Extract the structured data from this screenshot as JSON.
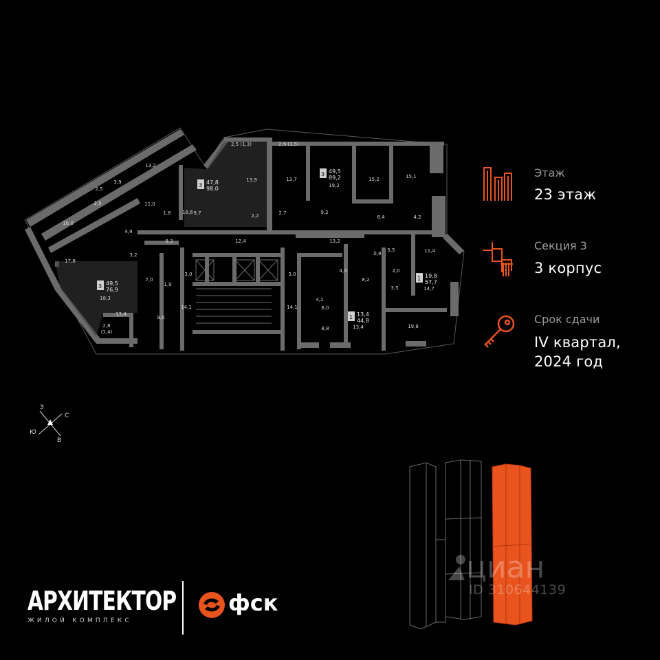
{
  "info": {
    "floor_label": "Этаж",
    "floor_value": "23 этаж",
    "section_label": "Секция 3",
    "section_value": "3 корпус",
    "deadline_label": "Срок сдачи",
    "deadline_value_line1": "IV квартал,",
    "deadline_value_line2": "2024 год",
    "icon_color": "#e8531e"
  },
  "compass": {
    "north": "З",
    "east": "С",
    "south": "В",
    "west": "Ю"
  },
  "apartments": [
    {
      "rooms": "3",
      "living": "47,8",
      "total": "98,0"
    },
    {
      "rooms": "3",
      "living": "49,5",
      "total": "89,2"
    },
    {
      "rooms": "3",
      "living": "49,5",
      "total": "76,9"
    },
    {
      "rooms": "1",
      "living": "13,4",
      "total": "44,8"
    },
    {
      "rooms": "1",
      "living": "19,8",
      "total": "57,7"
    }
  ],
  "room_areas": [
    "13,2",
    "3,9",
    "2,5",
    "3,9",
    "11,0",
    "1,8",
    "16,0",
    "4,9",
    "17,8",
    "3,2",
    "7,0",
    "1,9",
    "9,0",
    "13,4",
    "2,8",
    "(1,4)",
    "18,3",
    "18,6",
    "9,7",
    "2,2",
    "13,9",
    "2,5 (1,3)",
    "2,9 (1,5)",
    "13,7",
    "2,7",
    "19,2",
    "9,2",
    "15,2",
    "15,1",
    "8,4",
    "4,2",
    "8,3",
    "12,4",
    "3,0",
    "14,1",
    "3,0",
    "14,1",
    "13,2",
    "4,3",
    "8,2",
    "4,1",
    "6,0",
    "8,8",
    "13,4",
    "5,5",
    "0,8",
    "2,0",
    "3,5",
    "11,4",
    "14,7",
    "19,8"
  ],
  "logo": {
    "name": "АРХИТЕКТОР",
    "subtitle": "ЖИЛОЙ КОМПЛЕКС"
  },
  "developer": {
    "name": "фск",
    "brand_color": "#e8531e"
  },
  "watermark": {
    "brand": "циан",
    "id_text": "ID 310644139"
  },
  "building": {
    "highlight_color": "#e8531e"
  }
}
